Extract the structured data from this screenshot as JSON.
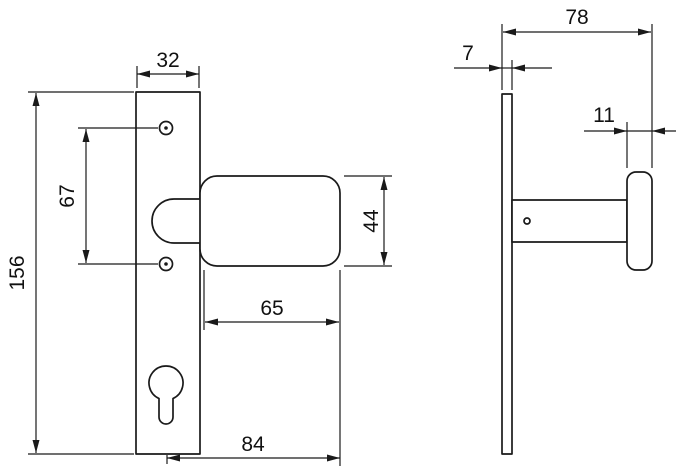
{
  "dimensions": {
    "front": {
      "plate_width": "32",
      "screw_spacing": "67",
      "plate_height": "156",
      "knob_face_height": "44",
      "knob_face_width": "65",
      "overall_width": "84"
    },
    "side": {
      "overall_depth": "78",
      "plate_thickness": "7",
      "cap_thickness": "11"
    }
  },
  "colors": {
    "line": "#1a1a1a",
    "background": "#ffffff"
  }
}
